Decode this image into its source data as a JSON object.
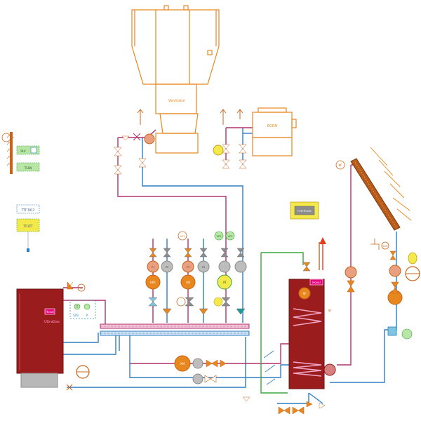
{
  "labels": {
    "boiler_brand": "UltraGas",
    "boiler_badge": "Hoval",
    "tank_badge": "Hoval",
    "ahu_name": "Ventilator",
    "small_unit_name": "EGRN",
    "stb_label": "STB",
    "p_label": "P",
    "t_label": "T",
    "ctrl_1": "RLV",
    "ctrl_2": "TLSN",
    "panel_1": "TTT-7017",
    "panel_2": "TT-3TT",
    "display_center": "TOPTRONIC",
    "tf_label": "TF",
    "sf_label": "SF",
    "sf_top_label": "SF",
    "p1": "P1",
    "p2": "P2",
    "p3": "P3",
    "p4": "P4",
    "hk1": "HK1",
    "lw": "LW",
    "xm": "XM",
    "at": "AT",
    "vf1": "VF1",
    "vf2": "VF2",
    "vf3": "VF3",
    "kf": "KF",
    "kvs": "KVS"
  },
  "colors": {
    "orange": "#e8871e",
    "orange_dark": "#c8641a",
    "red": "#8b1a1a",
    "magenta": "#b0306e",
    "pink": "#d86aa6",
    "blue": "#2e7fc2",
    "green": "#3aa53a",
    "teal": "#1b9a9a",
    "yellow": "#f4e94a",
    "grey": "#8c8c8c"
  }
}
